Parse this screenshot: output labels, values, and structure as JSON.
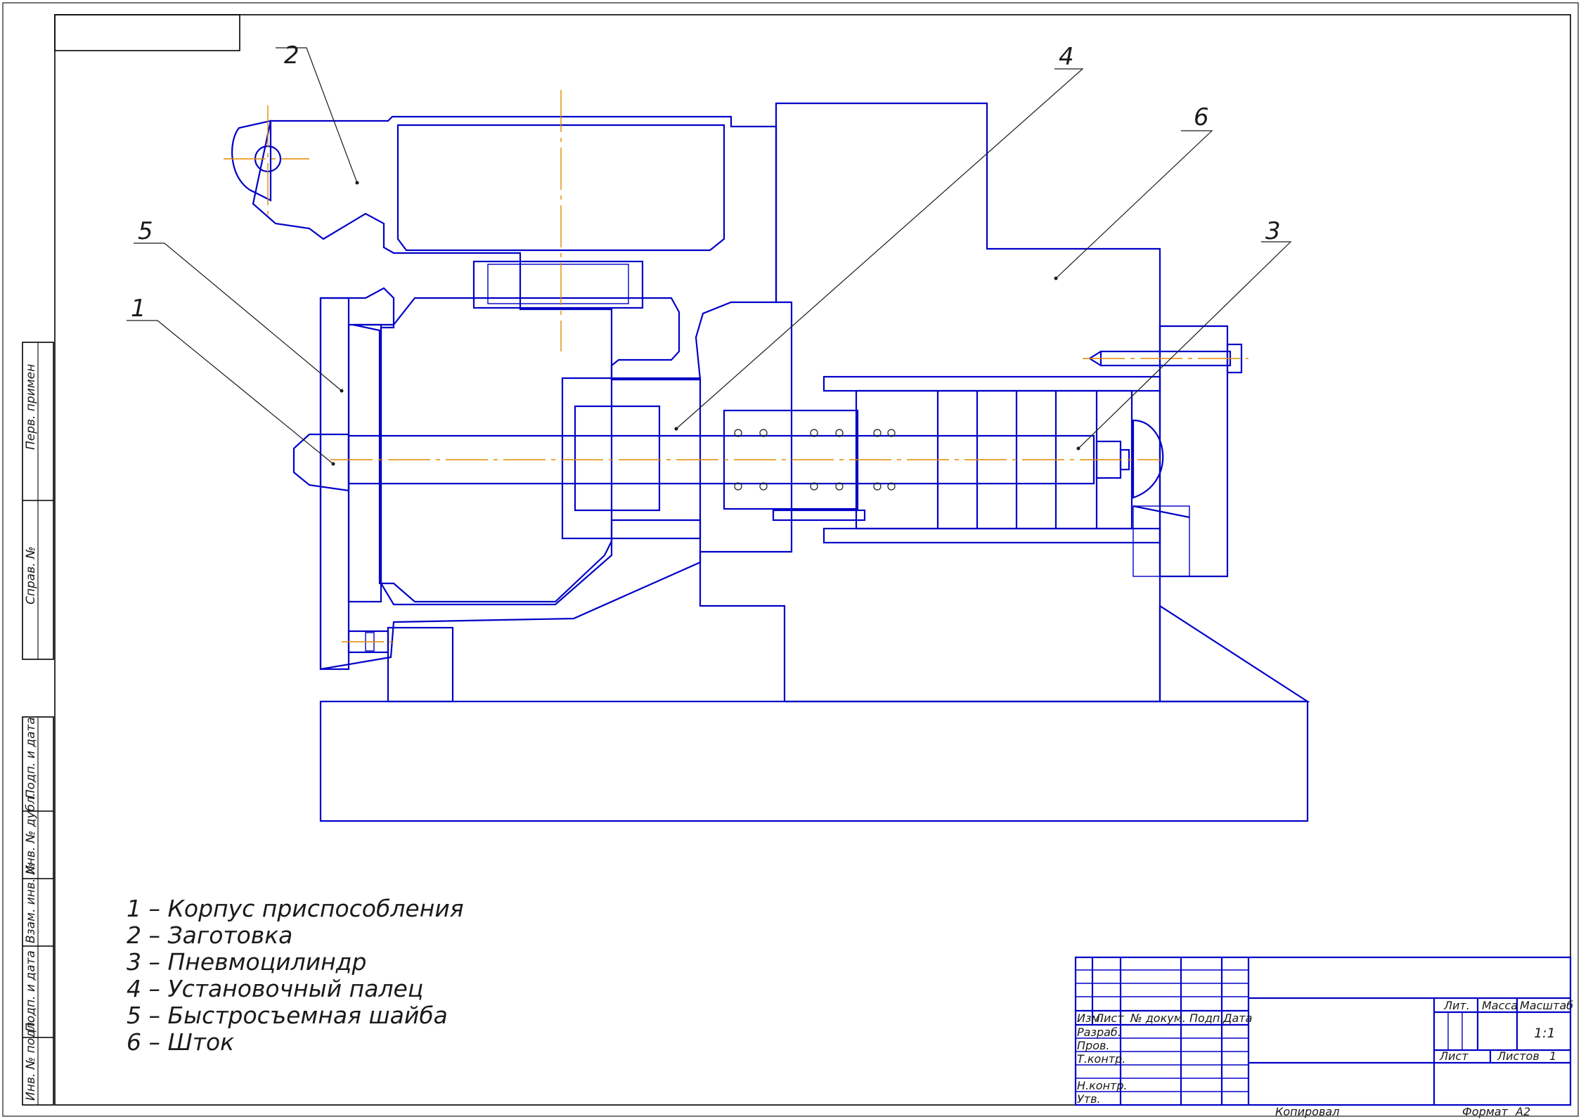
{
  "callouts": [
    "1",
    "2",
    "3",
    "4",
    "5",
    "6"
  ],
  "legend": [
    "1 – Корпус приспособления",
    "2 – Заготовка",
    "3 – Пневмоцилиндр",
    "4 – Установочный палец",
    "5 – Быстросъемная шайба",
    "6 – Шток"
  ],
  "side_stamp": {
    "perv_primen": "Перв. примен",
    "sprav_no": "Справ. №",
    "podp_data_top": "Подп. и дата",
    "inv_dubl": "Инв. № дубл.",
    "vzam_inv": "Взам. инв. №",
    "podp_data_bottom": "Подп. и дата",
    "inv_podl": "Инв. № подл."
  },
  "title_block": {
    "col_izm": "Изм.",
    "col_list": "Лист",
    "col_dokum": "№ докум.",
    "col_podp": "Подп.",
    "col_data": "Дата",
    "row_razrab": "Разраб.",
    "row_prov": "Пров.",
    "row_tkontr": "Т.контр.",
    "row_nkontr": "Н.контр.",
    "row_utv": "Утв.",
    "lit": "Лит.",
    "massa": "Масса",
    "masshtab": "Масштаб",
    "scale_value": "1:1",
    "list_label": "Лист",
    "listov_label": "Листов",
    "listov_value": "1",
    "kopiroval": "Копировал",
    "format_label": "Формат",
    "format_value": "A2"
  },
  "colors": {
    "outline": "#0000c8",
    "axis": "#e08a00",
    "frame": "#000000"
  }
}
